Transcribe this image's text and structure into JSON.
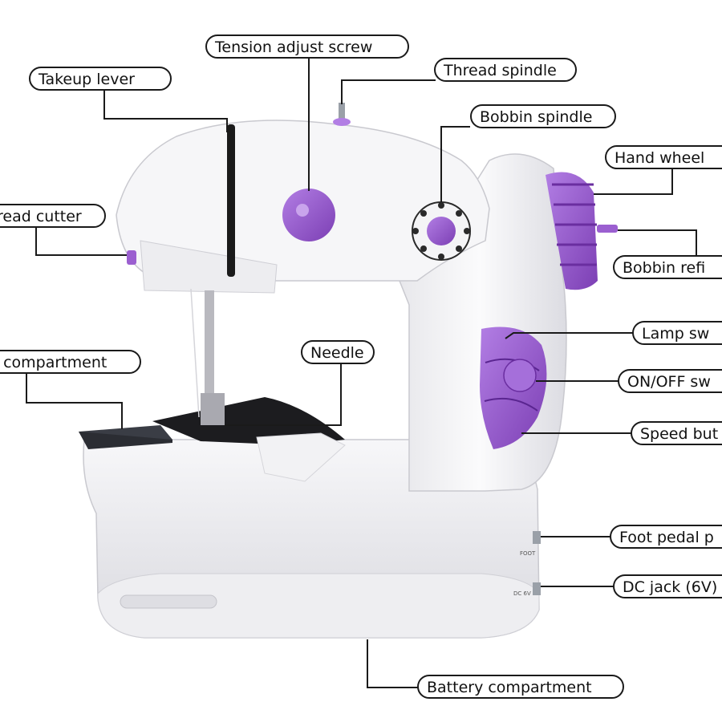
{
  "labels": {
    "takeup_lever": "Takeup lever",
    "tension_adjust_screw": "Tension adjust screw",
    "thread_spindle": "Thread spindle",
    "bobbin_spindle": "Bobbin spindle",
    "hand_wheel": "Hand wheel",
    "thread_cutter": "read cutter",
    "bobbin_refill": "Bobbin refi",
    "lamp_switch": "Lamp sw",
    "compartment": "n compartment",
    "needle": "Needle",
    "on_off_switch": "ON/OFF sw",
    "speed_button": "Speed but",
    "foot_pedal": "Foot pedal p",
    "dc_jack": "DC jack (6V)",
    "battery_compartment": "Battery compartment"
  },
  "machine_text": {
    "foot_port_mark": "FOOT",
    "dc_port_mark": "DC 6V"
  },
  "colors": {
    "body": "#f3f2f5",
    "accent_purple": "#9b5fd0",
    "dark_plate": "#3a3d45",
    "leader": "#1a1a1a"
  }
}
